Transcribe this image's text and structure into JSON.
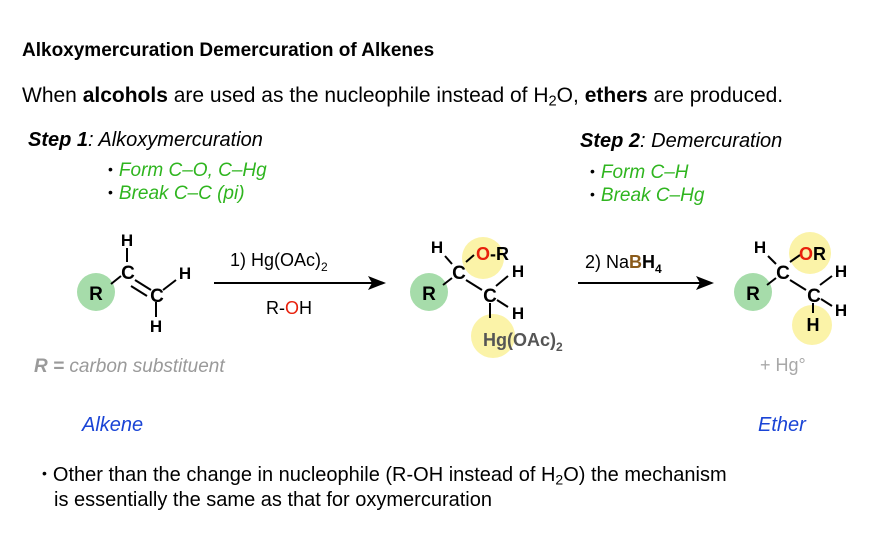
{
  "title": "Alkoxymercuration Demercuration of Alkenes",
  "intro": {
    "p1": "When ",
    "b1": "alcohols",
    "p2": " are used as the nucleophile instead of H",
    "sub": "2",
    "p3": "O, ",
    "b2": "ethers",
    "p4": " are produced."
  },
  "step1": {
    "label": "Step 1",
    "name": ": Alkoxymercuration",
    "bullets": [
      "Form C–O, C–Hg",
      "Break C–C (pi)"
    ]
  },
  "step2": {
    "label": "Step 2",
    "name": ": Demercuration",
    "bullets": [
      "Form C–H",
      "Break C–Hg"
    ]
  },
  "reagent1": {
    "line1": "1) Hg(OAc)",
    "line1_sub": "2",
    "line2_a": "R-",
    "line2_b": "O",
    "line2_c": "H"
  },
  "reagent2": {
    "a": "2) Na",
    "b": "B",
    "c": "H",
    "sub": "4"
  },
  "atoms": {
    "R": "R",
    "C": "C",
    "H": "H",
    "O": "O",
    "OR_O": "O",
    "OR_R": "R",
    "OR_dash": "O-R",
    "HgOAc": "Hg(OAc)",
    "HgOAc_sub": "2"
  },
  "rnote": {
    "bold": "R =",
    "rest": " carbon substituent"
  },
  "alkene_label": "Alkene",
  "ether_label": "Ether",
  "hg_zero": "+ Hg°",
  "footer": {
    "p1": "Other than the change in nucleophile (R-OH instead of H",
    "sub": "2",
    "p2": "O) the mechanism",
    "line2": "is essentially the same as that for oxymercuration"
  },
  "colors": {
    "green_text": "#2fb51f",
    "red_oxygen": "#e8200c",
    "boron": "#8a5a1a",
    "blue_label": "#1a44d6",
    "gray": "#9a9a9a",
    "green_highlight": "#a6dcaa",
    "yellow_highlight": "#fbf3a8"
  }
}
